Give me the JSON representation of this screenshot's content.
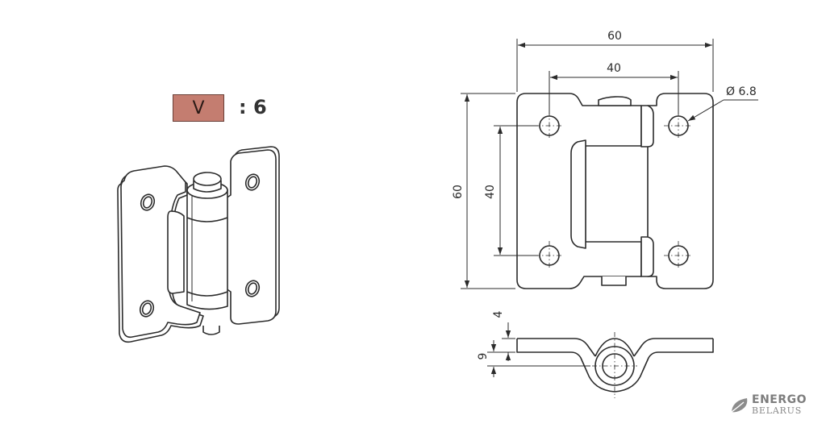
{
  "variant": {
    "code": "V",
    "quantity": ": 6",
    "badge_color": "#c47d70"
  },
  "dimensions": {
    "overall_width": "60",
    "hole_spacing_horizontal": "40",
    "hole_diameter": "Ø 6.8",
    "overall_height": "60",
    "hole_spacing_vertical": "40",
    "plate_thickness": "4",
    "knuckle_height": "9"
  },
  "brand": {
    "line1": "ENERGO",
    "line2": "BELARUS",
    "icon": "leaf-icon"
  },
  "colors": {
    "line": "#2b2b2b",
    "badge": "#c47d70"
  }
}
